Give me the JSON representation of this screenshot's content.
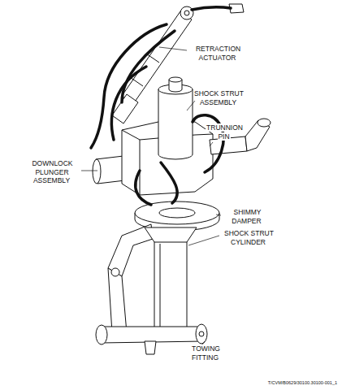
{
  "diagram": {
    "labels": [
      "RETRACTION ACTUATOR",
      "SHOCK STRUT ASSEMBLY",
      "TRUNNION PIN",
      "DOWNLOCK PLUNGER ASSEMBLY",
      "SHIMMY DAMPER",
      "SHOCK STRUT CYLINDER",
      "TOWING FITTING",
      "T/CVM/B0629/30100.30100-001_1"
    ]
  }
}
